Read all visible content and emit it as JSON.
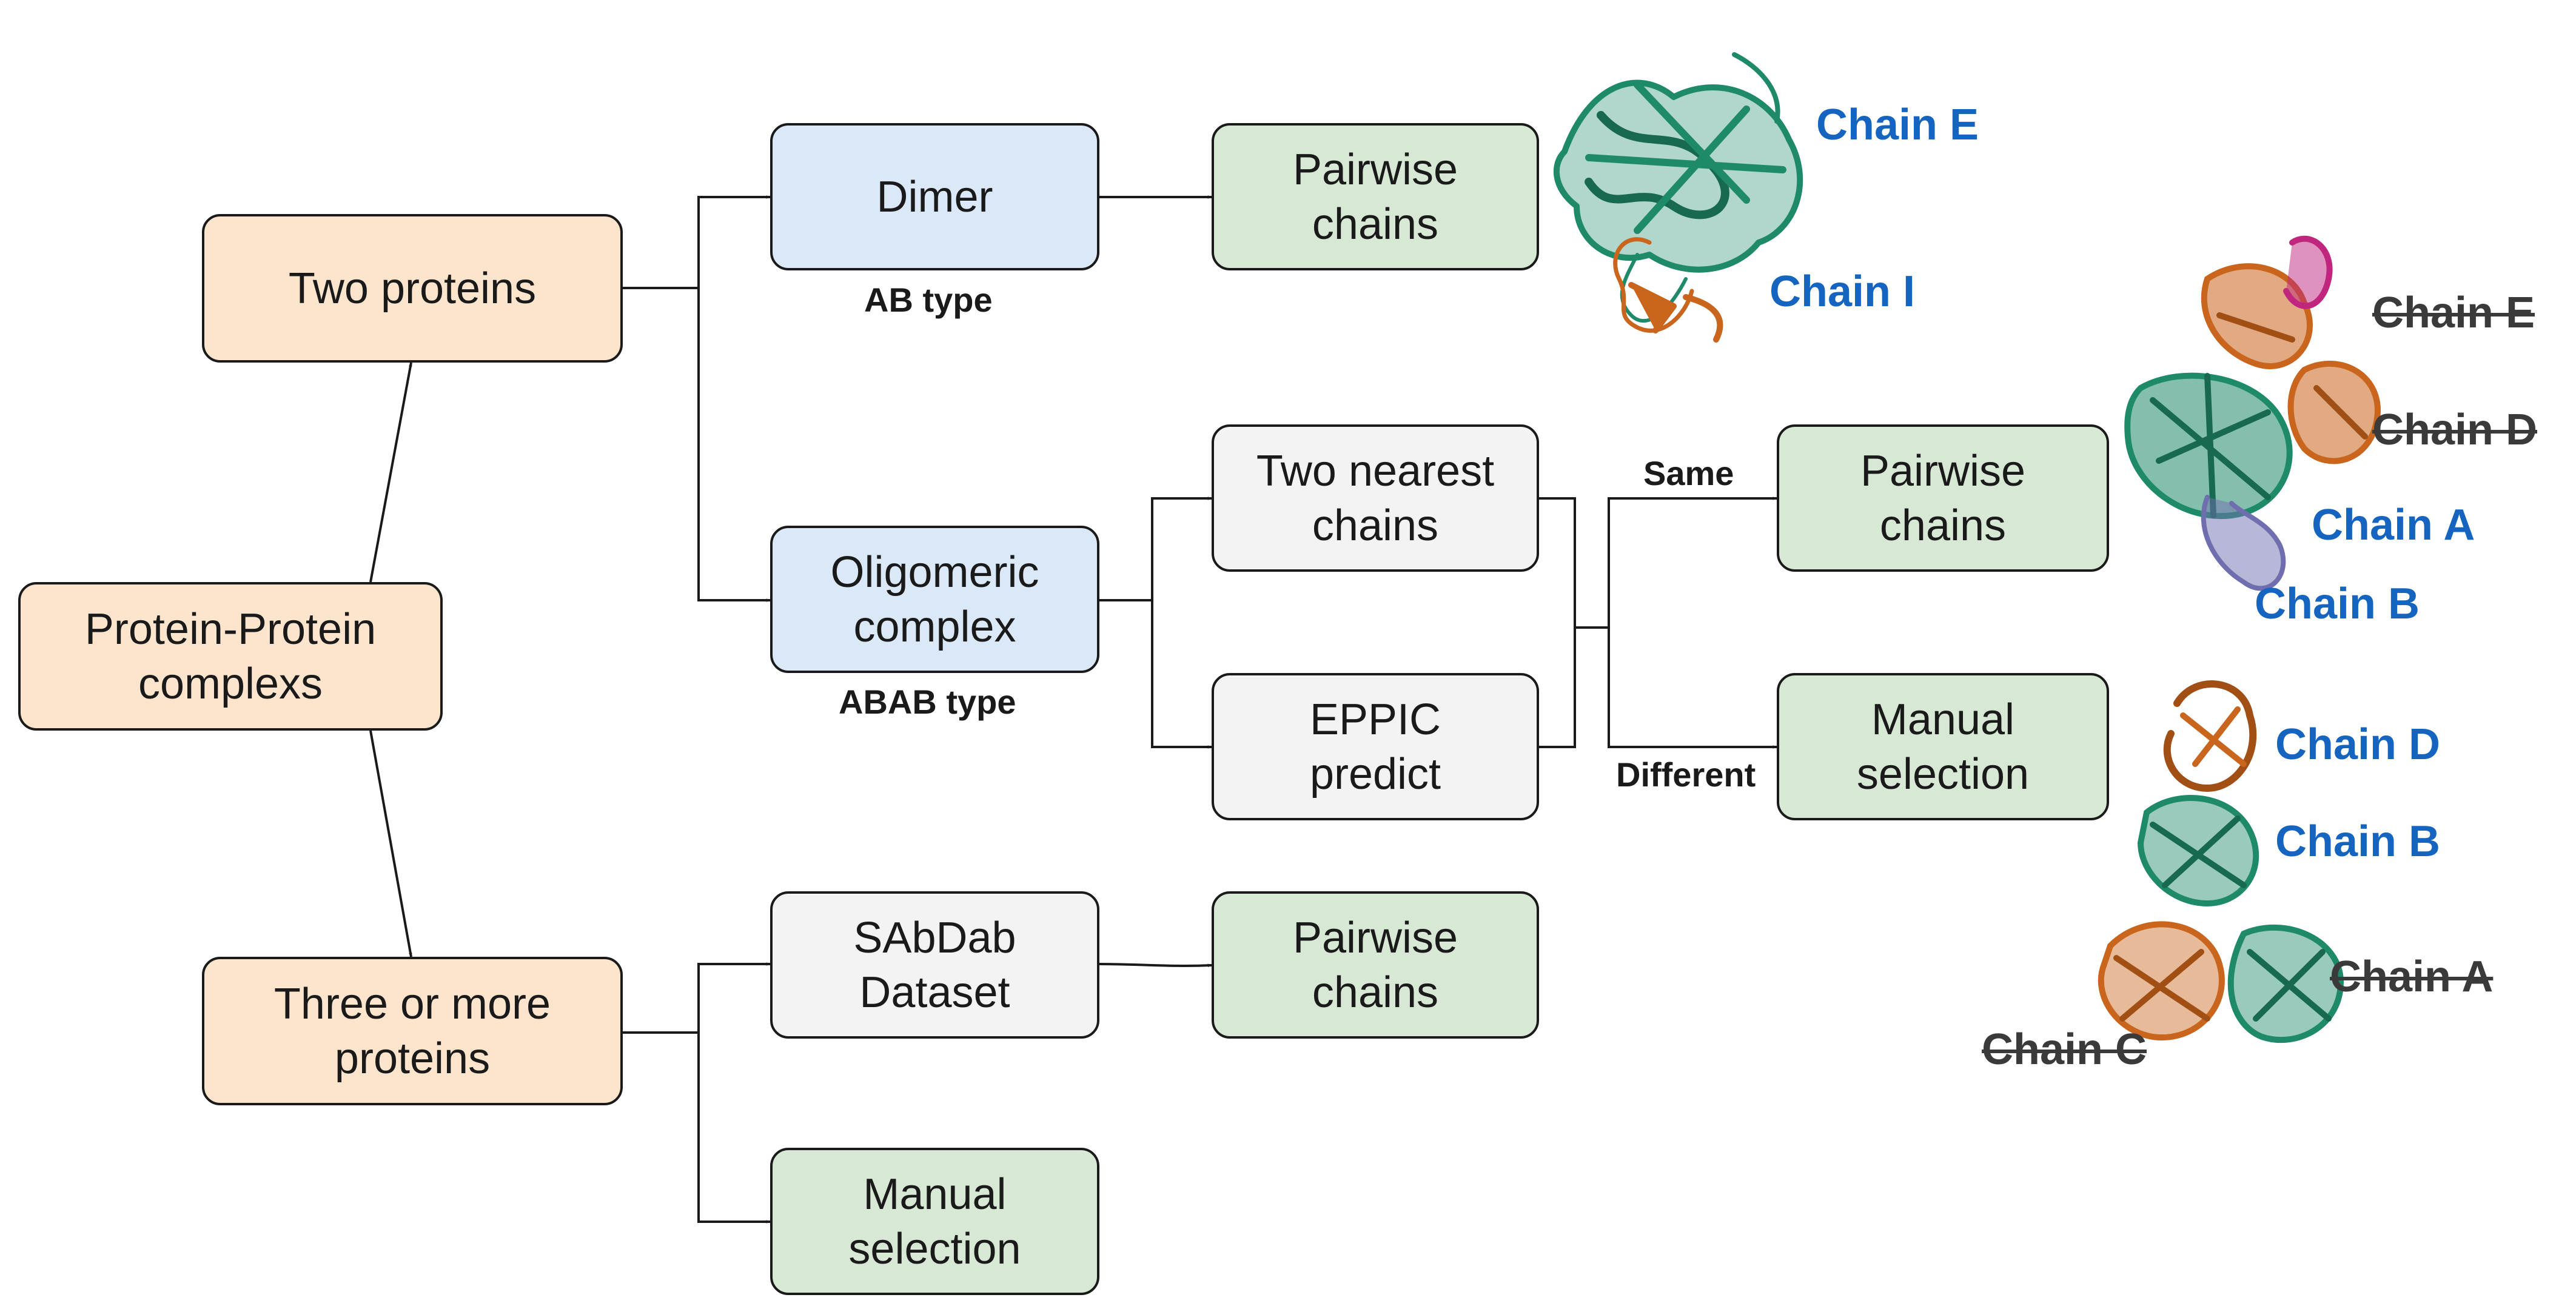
{
  "colors": {
    "origin_fill": "#fde4cc",
    "type_fill": "#dbe8f8",
    "result_fill": "#d7e9d5",
    "method_fill": "#f3f3f3",
    "chain_kept": "#1565c0",
    "chain_removed": "#3a3a3a",
    "protein_teal": "#1f8a6a",
    "protein_orange": "#c9651c",
    "protein_magenta": "#c0267e",
    "protein_purple": "#6f6fb0"
  },
  "nodes": {
    "ppc": "Protein-Protein\ncomplexs",
    "two": "Two proteins",
    "three": "Three or more\nproteins",
    "dimer": "Dimer",
    "oligo": "Oligomeric\ncomplex",
    "pair1": "Pairwise\nchains",
    "nearest": "Two nearest\nchains",
    "eppic": "EPPIC\npredict",
    "pair2": "Pairwise\nchains",
    "manual1": "Manual\nselection",
    "sabdab": "SAbDab\nDataset",
    "pair3": "Pairwise\nchains",
    "manual2": "Manual\nselection"
  },
  "labels": {
    "ab_type": "AB type",
    "abab_type": "ABAB type",
    "same": "Same",
    "different": "Different"
  },
  "chains": {
    "dimer_e": "Chain E",
    "dimer_i": "Chain I",
    "oligo_e": "Chain E",
    "oligo_d": "Chain D",
    "oligo_a": "Chain A",
    "oligo_b": "Chain B",
    "manual_d": "Chain D",
    "manual_b": "Chain B",
    "manual_a": "Chain A",
    "manual_c": "Chain C"
  }
}
